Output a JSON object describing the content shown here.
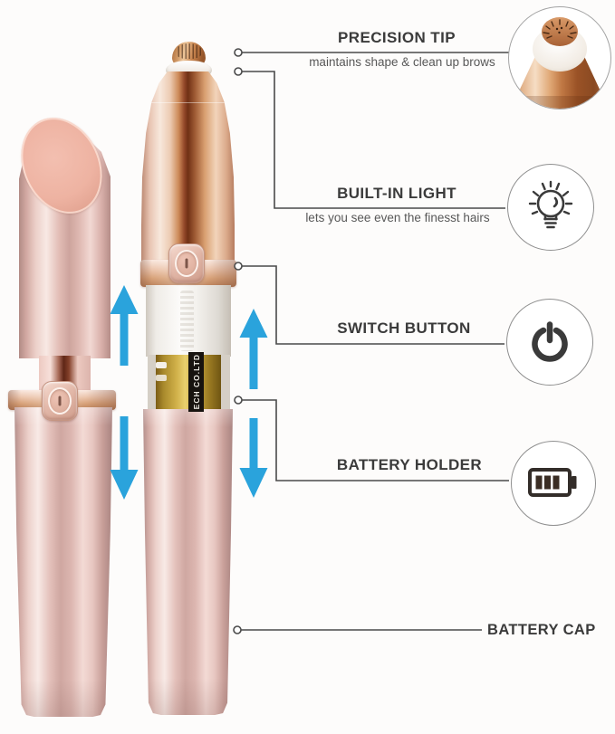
{
  "callouts": [
    {
      "title": "PRECISION TIP",
      "subtitle": "maintains shape & clean up brows",
      "icon": "trimmer-tip-photo-icon"
    },
    {
      "title": "BUILT-IN LIGHT",
      "subtitle": "lets you see even the finesst hairs",
      "icon": "lightbulb-icon"
    },
    {
      "title": "SWITCH BUTTON",
      "subtitle": "",
      "icon": "power-icon"
    },
    {
      "title": "BATTERY HOLDER",
      "subtitle": "",
      "icon": "battery-icon"
    },
    {
      "title": "BATTERY CAP",
      "subtitle": "",
      "icon": ""
    }
  ],
  "device": {
    "battery_label_text": "ECH CO.LTD"
  },
  "colors": {
    "arrow_blue": "#2aa3dc",
    "callout_line_gray": "#4a4a4a",
    "label_text": "#3b3b3b",
    "subtitle_text": "#585858",
    "rose_gold": "#d8a279",
    "body_pink": "#e4c1bb",
    "cap_face_pink": "#eeb3a2",
    "battery_gold": "#d1b14a",
    "background": "#fdfcfb"
  }
}
